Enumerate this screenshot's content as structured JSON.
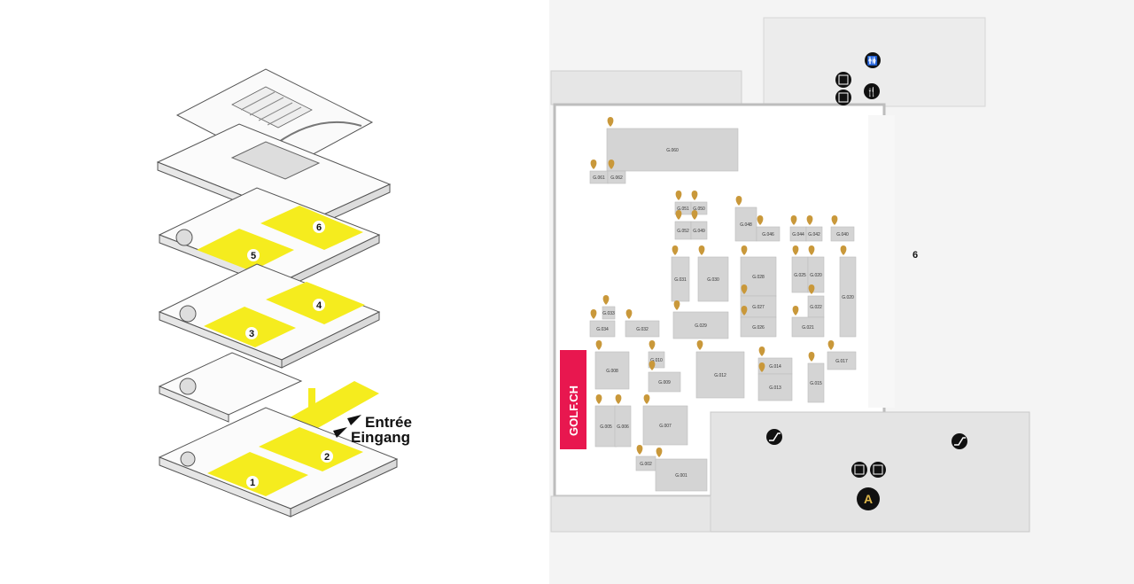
{
  "axonometric": {
    "floor_numbers": [
      "1",
      "2",
      "3",
      "4",
      "5",
      "6"
    ],
    "entrance_fr": "Entrée",
    "entrance_de": "Eingang",
    "highlight_color": "#f5ec1e"
  },
  "plan": {
    "hall_number": "6",
    "sponsor_label": "GOLF.CH",
    "sponsor_color": "#e8174f",
    "pin_color": "#c9983a",
    "exit_label": "A",
    "icons": [
      "toilets-icon",
      "restaurant-icon",
      "elevator-icon",
      "escalator-icon",
      "exit-icon"
    ],
    "booths": [
      {
        "id": "G.060"
      },
      {
        "id": "G.061"
      },
      {
        "id": "G.062"
      },
      {
        "id": "G.051"
      },
      {
        "id": "G.050"
      },
      {
        "id": "G.052"
      },
      {
        "id": "G.049"
      },
      {
        "id": "G.048"
      },
      {
        "id": "G.046"
      },
      {
        "id": "G.044"
      },
      {
        "id": "G.042"
      },
      {
        "id": "G.040"
      },
      {
        "id": "G.031"
      },
      {
        "id": "G.030"
      },
      {
        "id": "G.028"
      },
      {
        "id": "G.025"
      },
      {
        "id": "G.020"
      },
      {
        "id": "G.020"
      },
      {
        "id": "G.027"
      },
      {
        "id": "G.022"
      },
      {
        "id": "G.026"
      },
      {
        "id": "G.021"
      },
      {
        "id": "G.033"
      },
      {
        "id": "G.034"
      },
      {
        "id": "G.032"
      },
      {
        "id": "G.029"
      },
      {
        "id": "G.008"
      },
      {
        "id": "G.010"
      },
      {
        "id": "G.009"
      },
      {
        "id": "G.012"
      },
      {
        "id": "G.014"
      },
      {
        "id": "G.013"
      },
      {
        "id": "G.015"
      },
      {
        "id": "G.017"
      },
      {
        "id": "G.005"
      },
      {
        "id": "G.006"
      },
      {
        "id": "G.007"
      },
      {
        "id": "G.002"
      },
      {
        "id": "G.001"
      }
    ]
  }
}
